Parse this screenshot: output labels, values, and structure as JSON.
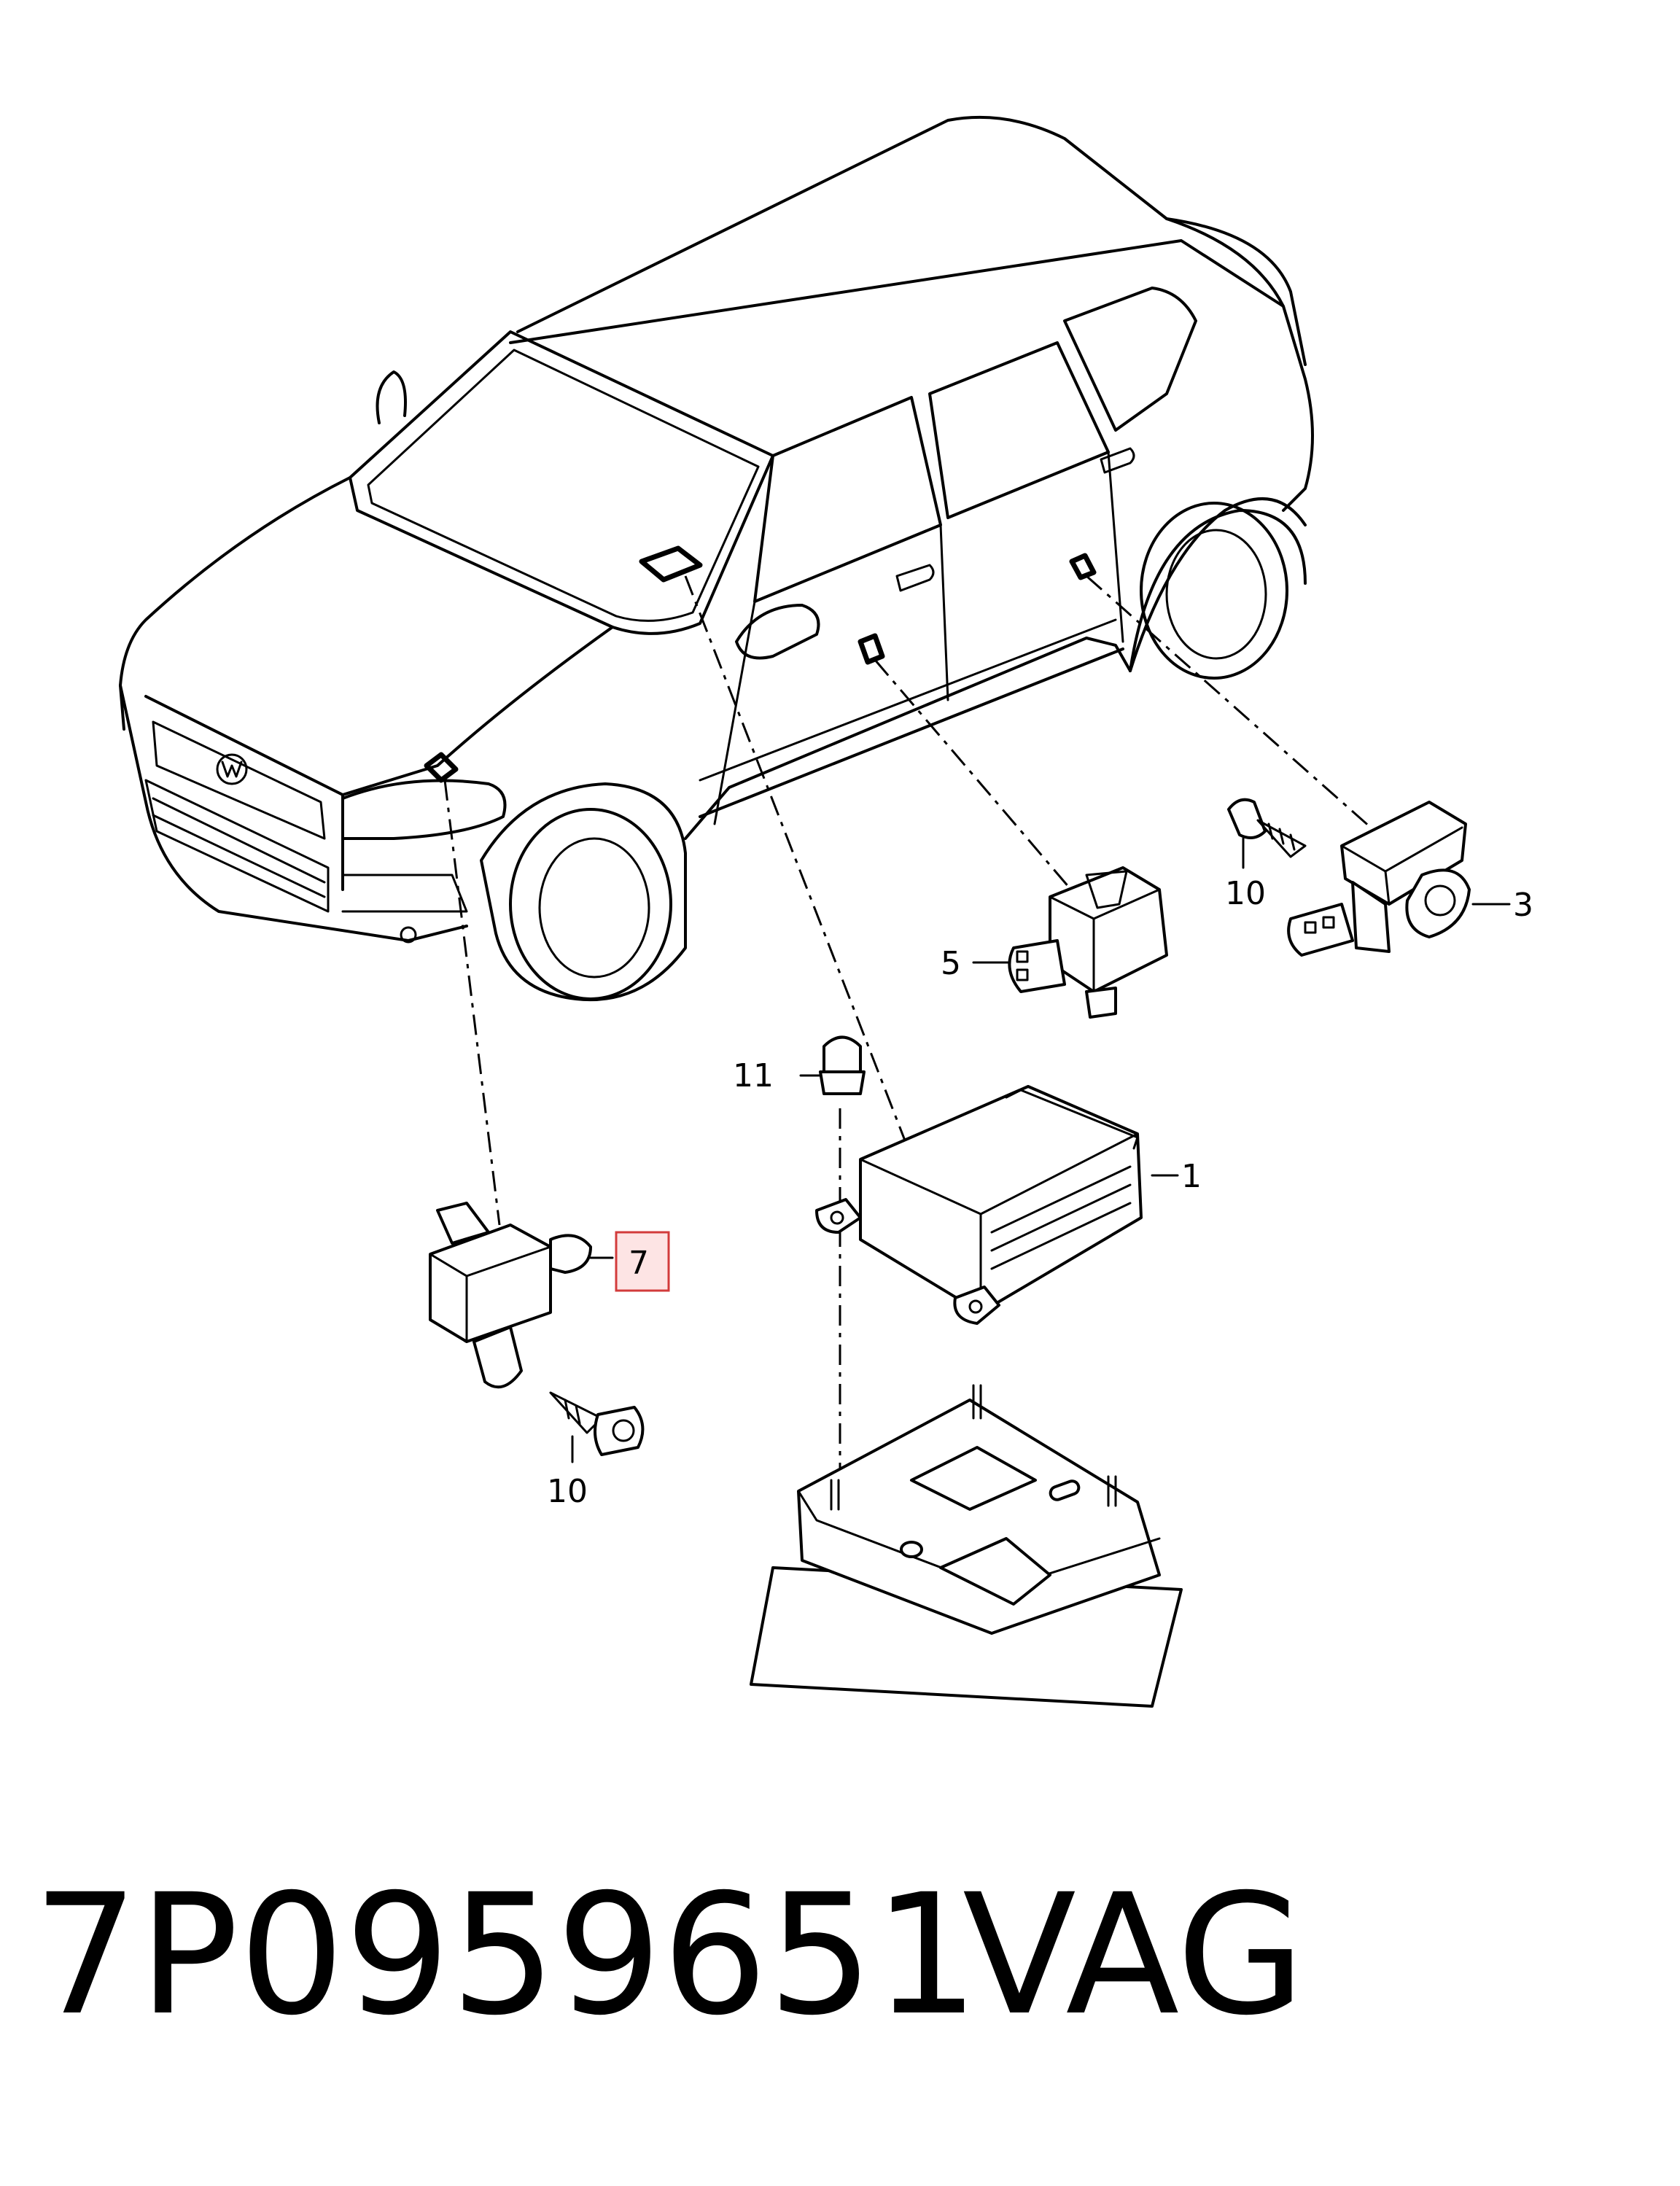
{
  "callouts": {
    "c1": "1",
    "c3": "3",
    "c5": "5",
    "c7": "7",
    "c10a": "10",
    "c10b": "10",
    "c11": "11"
  },
  "footer": {
    "part_number": "7P0959651",
    "brand": "VAG"
  },
  "colors": {
    "highlight_fill": "#fde4e4",
    "highlight_stroke": "#d23b3b"
  }
}
